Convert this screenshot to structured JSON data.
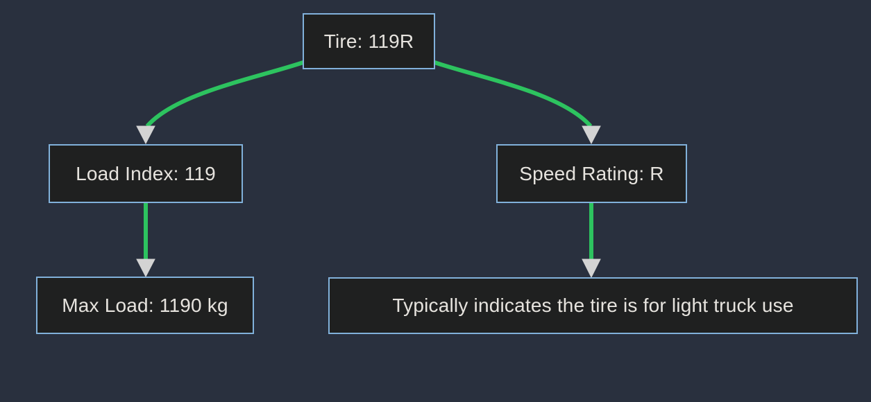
{
  "diagram": {
    "type": "flowchart",
    "direction": "top-down",
    "nodes": [
      {
        "id": "tire",
        "label": "Tire: 119R"
      },
      {
        "id": "load-index",
        "label": "Load Index: 119"
      },
      {
        "id": "speed-rating",
        "label": "Speed Rating: R"
      },
      {
        "id": "max-load",
        "label": "Max Load: 1190 kg"
      },
      {
        "id": "light-truck-note",
        "label": "Typically indicates the tire is for light truck use"
      }
    ],
    "edges": [
      {
        "from": "tire",
        "to": "load-index"
      },
      {
        "from": "tire",
        "to": "speed-rating"
      },
      {
        "from": "load-index",
        "to": "max-load"
      },
      {
        "from": "speed-rating",
        "to": "light-truck-note"
      }
    ],
    "colors": {
      "background": "#29303e",
      "node_fill": "#1f2020",
      "node_border": "#81b1db",
      "node_text": "#e6e3de",
      "edge_stroke": "#2dc35f",
      "arrowhead_fill": "#d3d3d3"
    }
  }
}
